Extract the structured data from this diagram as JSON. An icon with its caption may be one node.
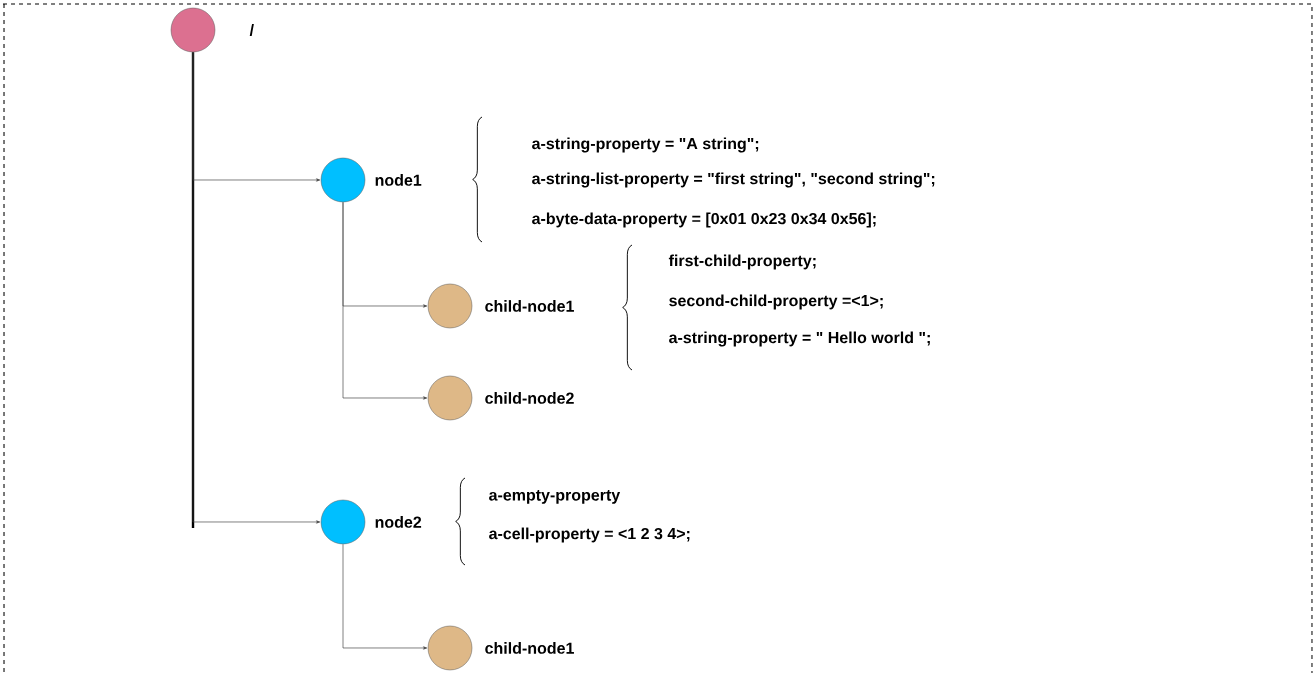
{
  "diagram": {
    "nodes": [
      {
        "text": [
          "/"
        ]
      },
      {
        "text": [
          "node1"
        ],
        "beside": [
          "a-string-property = \"A string\";",
          "a-string-list-property = \"first string\", \"second string\";",
          "a-byte-data-property = [0x01 0x23 0x34 0x56];"
        ]
      },
      {
        "text": [
          "child-node1"
        ],
        "beside": [
          "first-child-property;",
          "second-child-property =<1>;",
          "a-string-property = \" Hello world \";"
        ]
      },
      {
        "text": [
          "child-node2"
        ]
      },
      {
        "text": [
          "node2"
        ],
        "beside": [
          "a-empty-property",
          "a-cell-property = <1 2 3 4>;"
        ]
      },
      {
        "text": [
          "child-node1"
        ]
      }
    ],
    "edges": [
      {
        "from": 0,
        "to": 1,
        "arrow": "to"
      },
      {
        "from": 1,
        "to": 2,
        "arrow": "to"
      },
      {
        "from": 1,
        "to": 3,
        "arrow": "to"
      },
      {
        "from": 0,
        "to": 4,
        "arrow": "to"
      },
      {
        "from": 4,
        "to": 5,
        "arrow": "to"
      }
    ]
  }
}
